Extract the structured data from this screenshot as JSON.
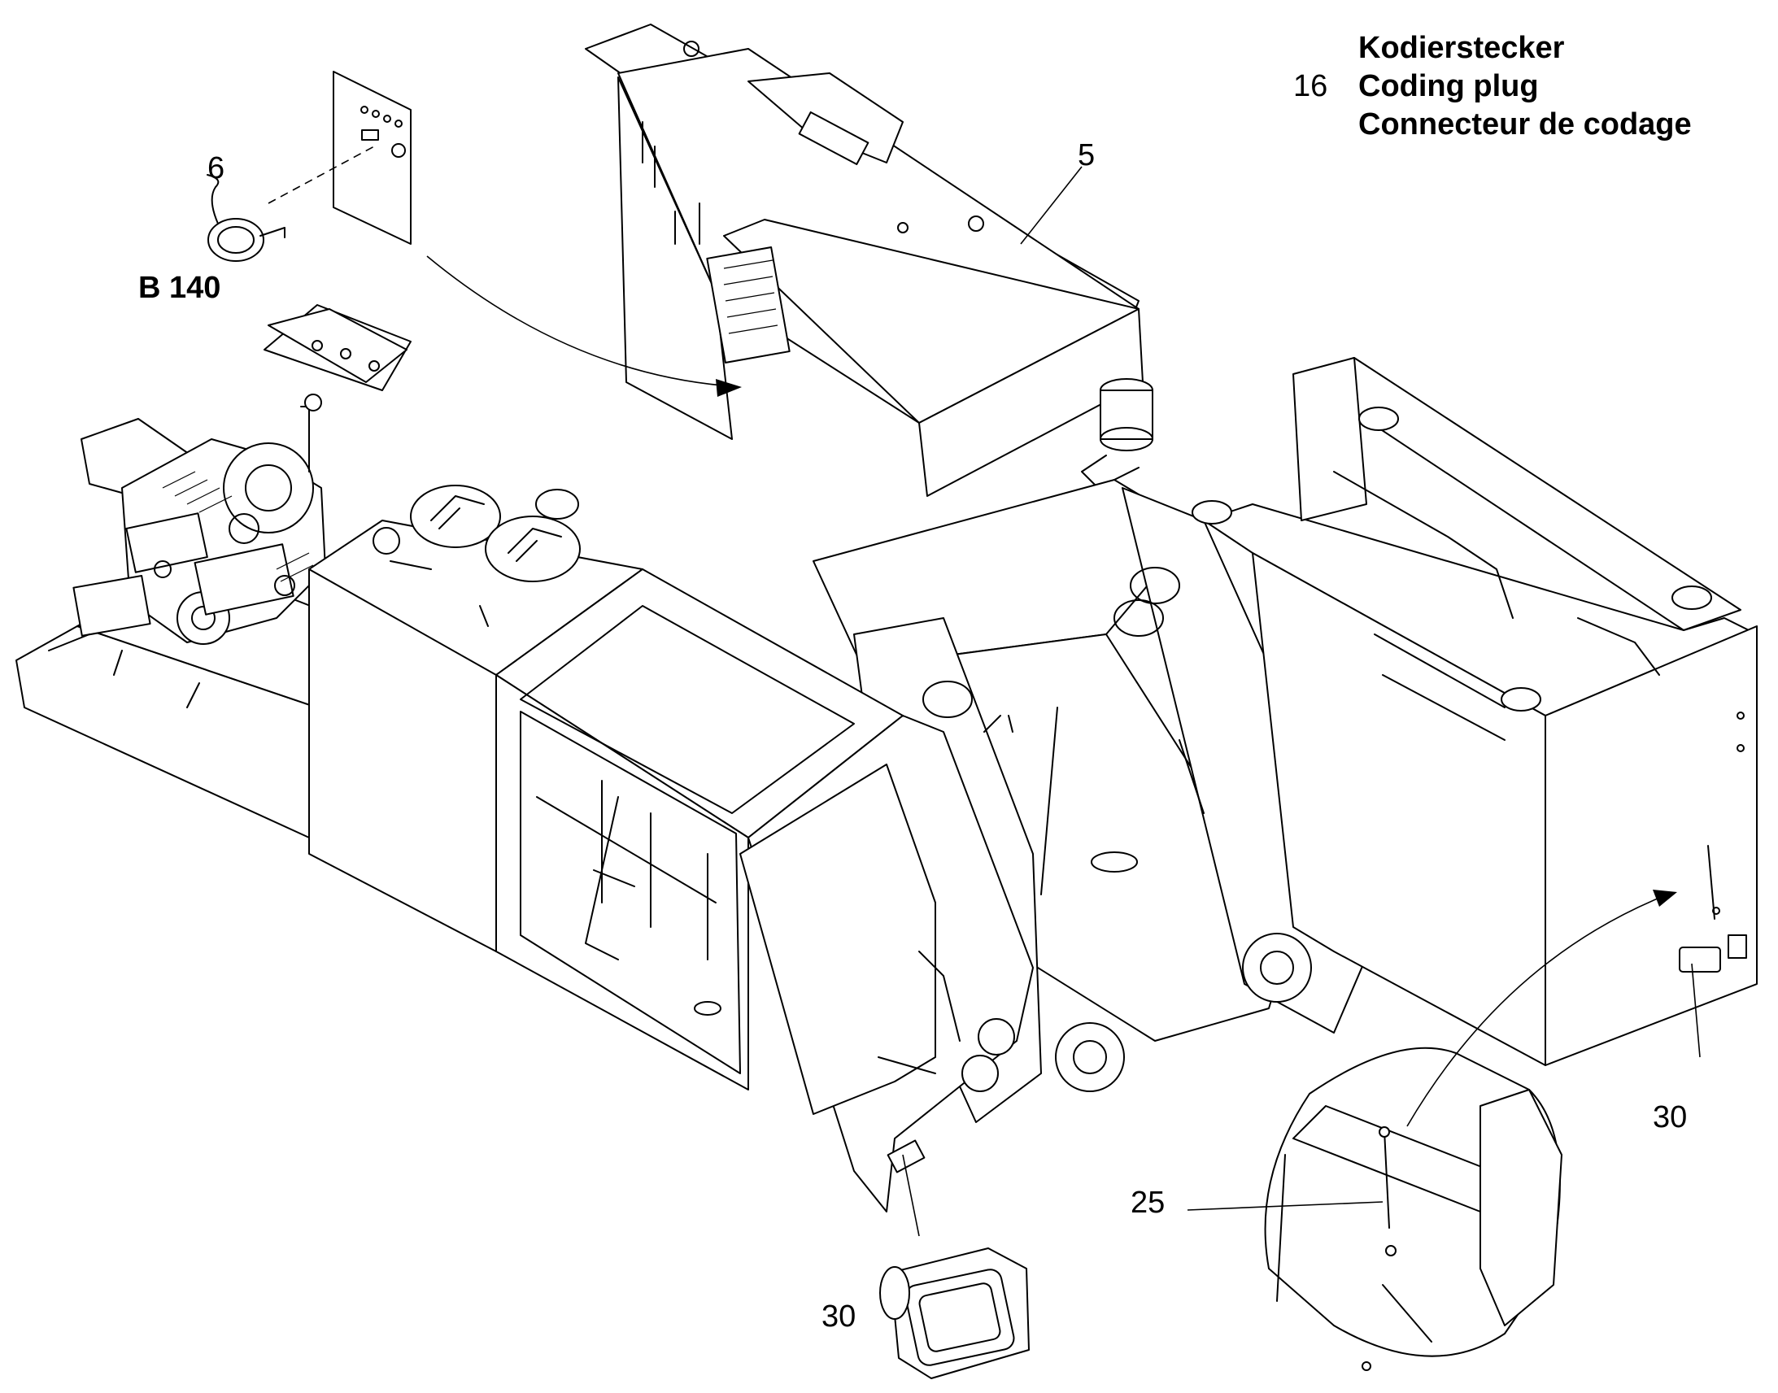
{
  "legend": {
    "item_number": "16",
    "line_de": "Kodierstecker",
    "line_en": "Coding plug",
    "line_fr": "Connecteur de codage"
  },
  "callouts": {
    "c5": "5",
    "c6": "6",
    "b140": "B 140",
    "c25": "25",
    "c30_right": "30",
    "c30_bottom": "30"
  }
}
